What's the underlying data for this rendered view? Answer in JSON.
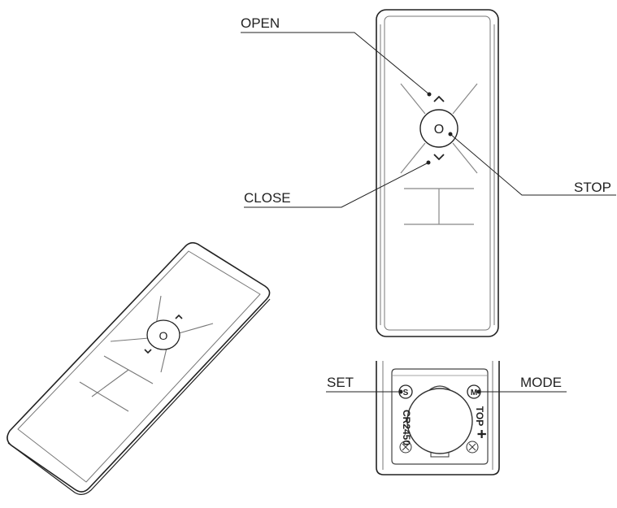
{
  "labels": {
    "open": "OPEN",
    "close": "CLOSE",
    "stop": "STOP",
    "set": "SET",
    "mode": "MODE"
  },
  "markings": {
    "stop_glyph": "O",
    "open_glyph": "^",
    "close_glyph": "v",
    "s_button": "S",
    "m_button": "M",
    "battery": "CR2450",
    "top": "TOP",
    "plus": "+"
  },
  "colors": {
    "line": "#222222",
    "light_line": "#888888"
  }
}
